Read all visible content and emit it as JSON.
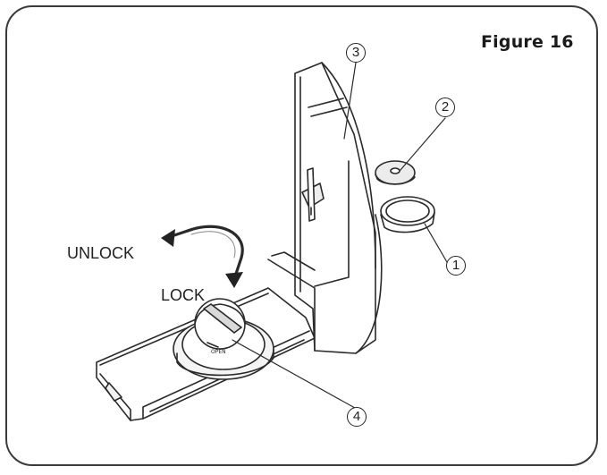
{
  "figure": {
    "title": "Figure 16",
    "labels": {
      "unlock": "UNLOCK",
      "lock": "LOCK"
    },
    "callouts": [
      "1",
      "2",
      "3",
      "4"
    ]
  }
}
